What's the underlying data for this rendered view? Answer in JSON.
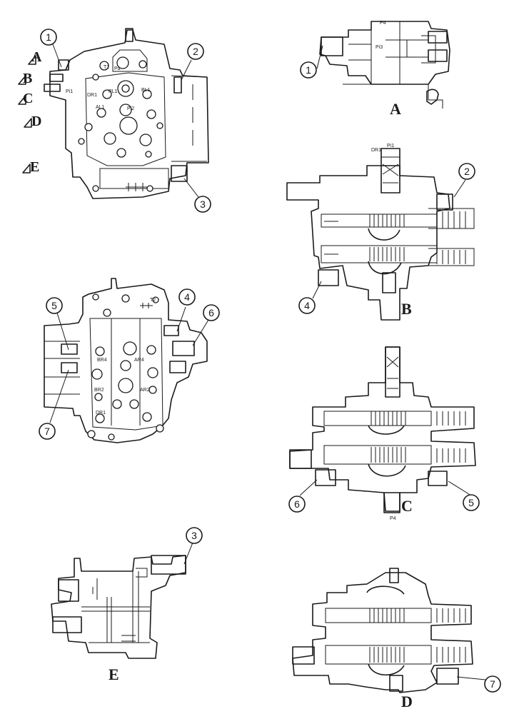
{
  "section_markers": [
    "A",
    "B",
    "C",
    "D",
    "E"
  ],
  "view_labels": {
    "a": "A",
    "b": "B",
    "c": "C",
    "d": "D",
    "e": "E"
  },
  "callouts": [
    "1",
    "2",
    "3",
    "4",
    "5",
    "6",
    "7"
  ],
  "port_labels": {
    "t1": "T1",
    "pa": "Pa",
    "pl1": "PL1",
    "dr1": "DR1",
    "pi1": "Pi1",
    "pi2": "Pi2",
    "al1": "AL1",
    "bl1": "BL1",
    "t2": "T2",
    "br4": "BR4",
    "ar4": "AR4",
    "br2": "BR2",
    "ar2": "AR2",
    "dr3": "DR1",
    "p4": "P4",
    "pi3": "Pi3",
    "ps": "P4",
    "pi1c": "Pi1",
    "drc": "DR1",
    "p4c": "P4"
  },
  "colors": {
    "ink": "#1a1a1a",
    "paper": "#ffffff"
  }
}
